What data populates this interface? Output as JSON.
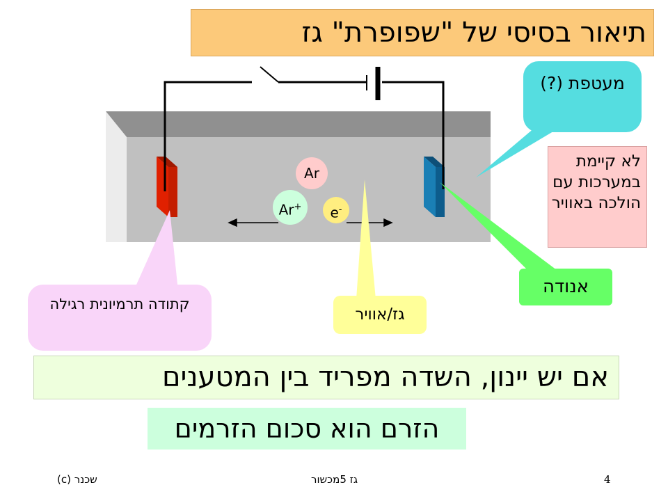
{
  "title": "תיאור בסיסי של \"שפופרת\" גז",
  "callouts": {
    "envelope": "מעטפת (?)",
    "not_exists": "לא קיימת במערכות עם הולכה באוויר",
    "anode": "אנודה",
    "gas": "גז/אוויר",
    "cathode": "קתודה תרמיונית רגילה"
  },
  "particles": {
    "ar": "Ar",
    "ar_ion": "Ar",
    "ar_ion_sup": "+",
    "electron": "e",
    "electron_sup": "-"
  },
  "statements": {
    "ionization": "אם יש יינון, השדה מפריד בין המטענים",
    "current_sum": "הזרם הוא סכום הזרמים"
  },
  "footer": {
    "page_number": "4",
    "course": "גז 5מכשור",
    "author": "שכנר (c)"
  },
  "colors": {
    "title_bg": "#fcc97a",
    "cathode": "#e02000",
    "anode": "#1a7fb5",
    "tube": "#c0c0c0"
  }
}
